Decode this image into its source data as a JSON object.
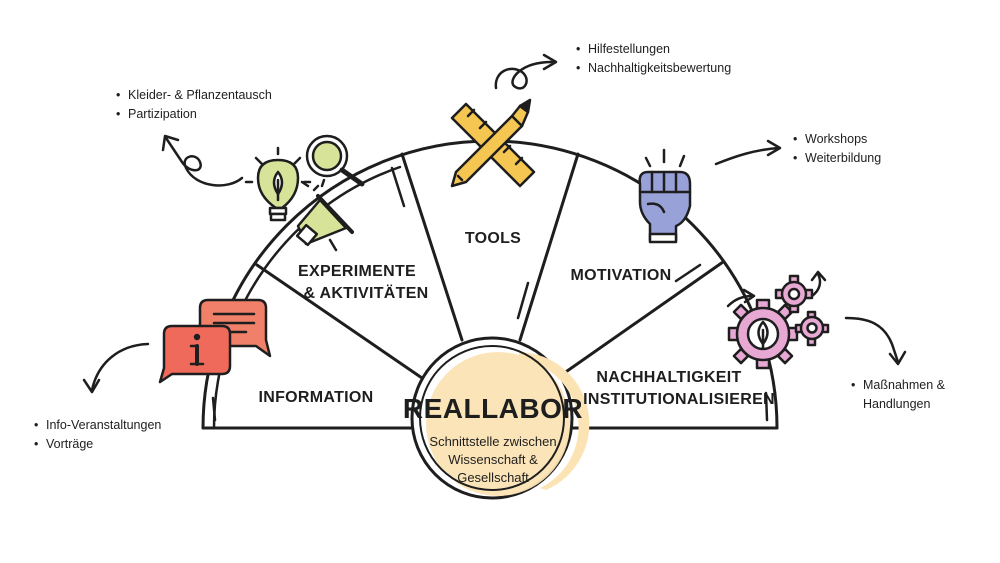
{
  "center": {
    "title": "REALLABOR",
    "subtitle_lines": [
      "Schnittstelle zwischen",
      "Wissenschaft &",
      "Gesellschaft"
    ]
  },
  "segments": [
    {
      "lines": [
        "INFORMATION"
      ]
    },
    {
      "lines": [
        "EXPERIMENTE",
        "& AKTIVITÄTEN"
      ]
    },
    {
      "lines": [
        "TOOLS"
      ]
    },
    {
      "lines": [
        "MOTIVATION"
      ]
    },
    {
      "lines": [
        "NACHHALTIGKEIT",
        "INSTITUTIONALISIEREN"
      ]
    }
  ],
  "notes": {
    "information": [
      "Info-Veranstaltungen",
      "Vorträge"
    ],
    "experimente": [
      "Kleider- & Pflanzentausch",
      "Partizipation"
    ],
    "tools": [
      "Hilfestellungen",
      "Nachhaltigkeitsbewertung"
    ],
    "motivation": [
      "Workshops",
      "Weiterbildung"
    ],
    "nachhaltigkeit": [
      "Maßnahmen &",
      "Handlungen"
    ]
  },
  "icons": {
    "information": "speech-bubbles-info-icon",
    "experimente": [
      "lightbulb-leaf-icon",
      "magnifier-icon",
      "megaphone-icon"
    ],
    "tools": "ruler-pencil-icon",
    "motivation": "raised-fist-icon",
    "nachhaltigkeit": "gears-leaf-icon"
  },
  "colors": {
    "outline": "#1e1e1e",
    "center_fill": "#fbe3b4",
    "bubble_orange": "#f0806a",
    "bubble_red": "#f06a5b",
    "light_green": "#d8e39a",
    "tool_yellow": "#f5c651",
    "fist_blue": "#98a2d8",
    "gear_pink": "#e7a8d4"
  }
}
